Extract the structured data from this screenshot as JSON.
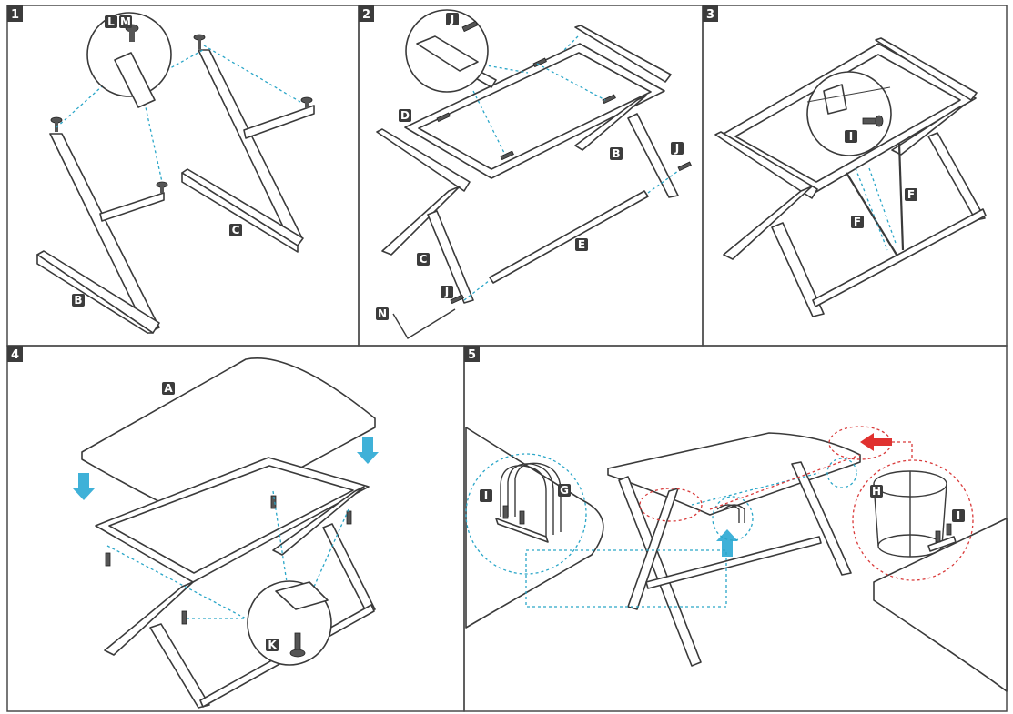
{
  "steps": [
    "1",
    "2",
    "3",
    "4",
    "5"
  ],
  "parts": {
    "A": "A",
    "B": "B",
    "C": "C",
    "D": "D",
    "E": "E",
    "F": "F",
    "G": "G",
    "H": "H",
    "I": "I",
    "J": "J",
    "K": "K",
    "L": "L",
    "M": "M",
    "N": "N"
  },
  "colors": {
    "guide_line": "#2aa6c8",
    "arrow_blue": "#3fb1d8",
    "arrow_red": "#e0312f",
    "guide_line_red": "#d93a3a",
    "label_fill": "#3c3c3c",
    "panel_border": "#4a4a4a"
  }
}
